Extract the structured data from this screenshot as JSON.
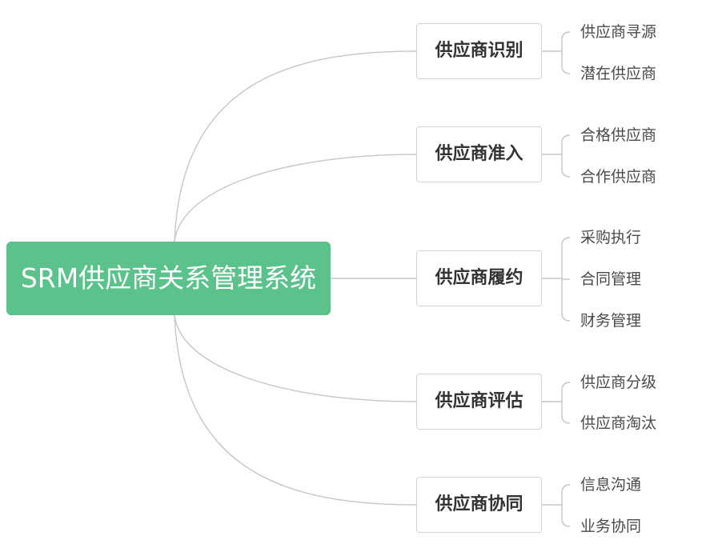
{
  "root": {
    "label": "SRM供应商关系管理系统"
  },
  "branches": [
    {
      "label": "供应商识别",
      "children": [
        "供应商寻源",
        "潜在供应商"
      ]
    },
    {
      "label": "供应商准入",
      "children": [
        "合格供应商",
        "合作供应商"
      ]
    },
    {
      "label": "供应商履约",
      "children": [
        "采购执行",
        "合同管理",
        "财务管理"
      ]
    },
    {
      "label": "供应商评估",
      "children": [
        "供应商分级",
        "供应商淘汰"
      ]
    },
    {
      "label": "供应商协同",
      "children": [
        "信息沟通",
        "业务协同"
      ]
    }
  ]
}
